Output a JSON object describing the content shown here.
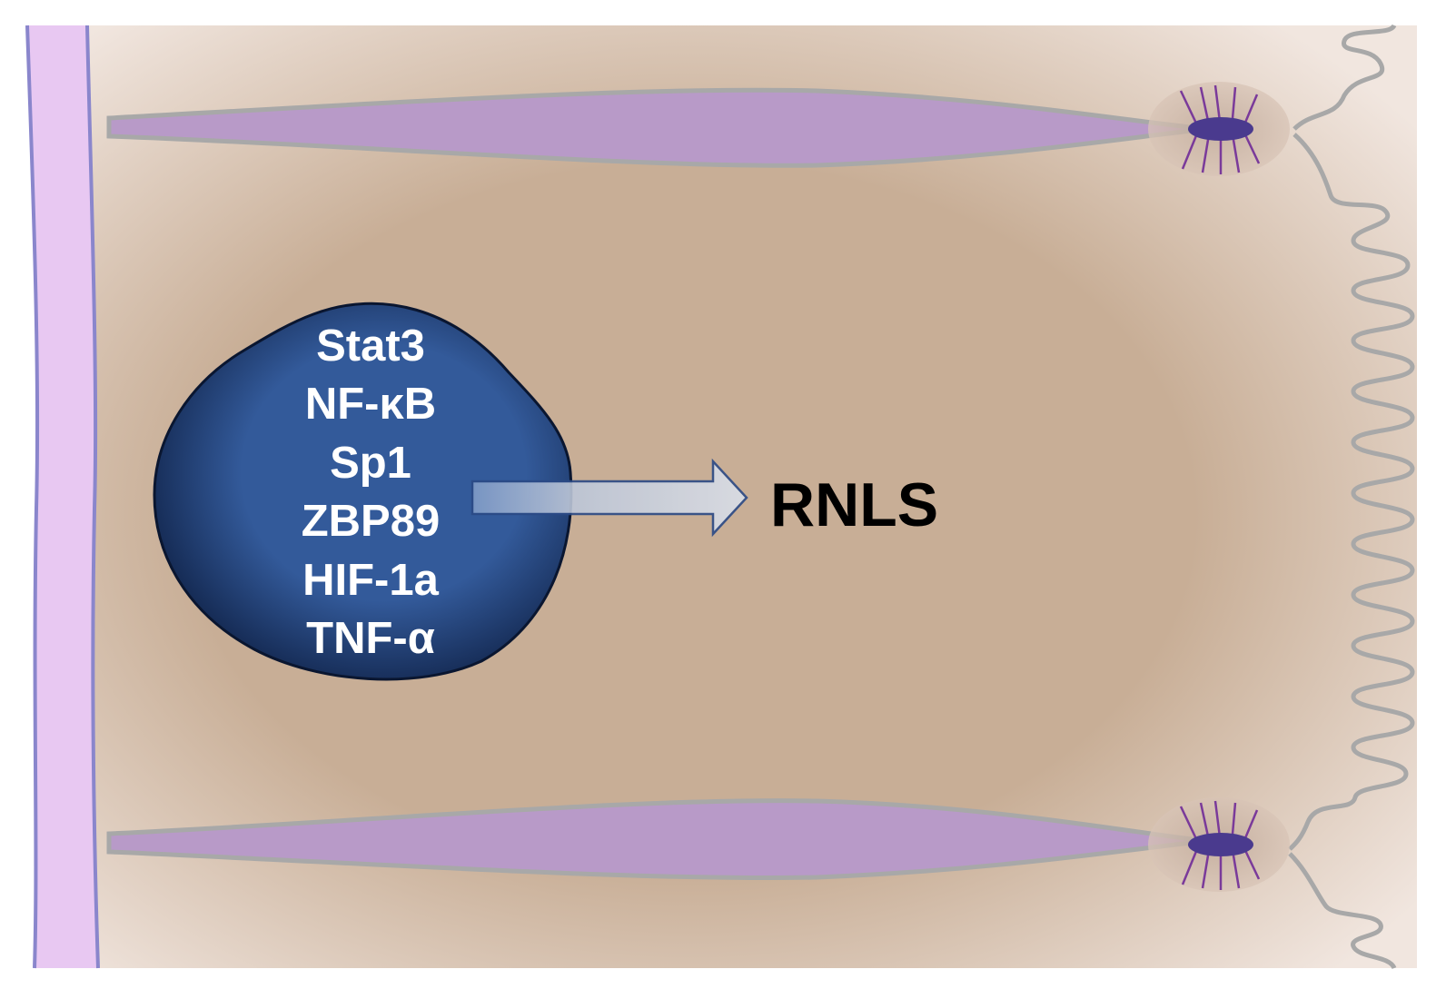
{
  "diagram": {
    "nucleus": {
      "factors": [
        "Stat3",
        "NF-κB",
        "Sp1",
        "ZBP89",
        "HIF-1a",
        "TNF-α"
      ]
    },
    "product": "RNLS",
    "colors": {
      "cytoplasm": "#c8ae96",
      "cytoplasm_edge": "#f1e6df",
      "basement_membrane": "#e8c8f2",
      "basement_membrane_line": "#8a86cc",
      "lateral_space": "#b89ac8",
      "membrane_outline": "#a8a8a8",
      "nucleus_center": "#335a9a",
      "nucleus_edge": "#0f2146",
      "junction": "#4a3a8e",
      "arrow_fill": "#d8dde6",
      "arrow_stroke": "#2b4a86"
    }
  }
}
